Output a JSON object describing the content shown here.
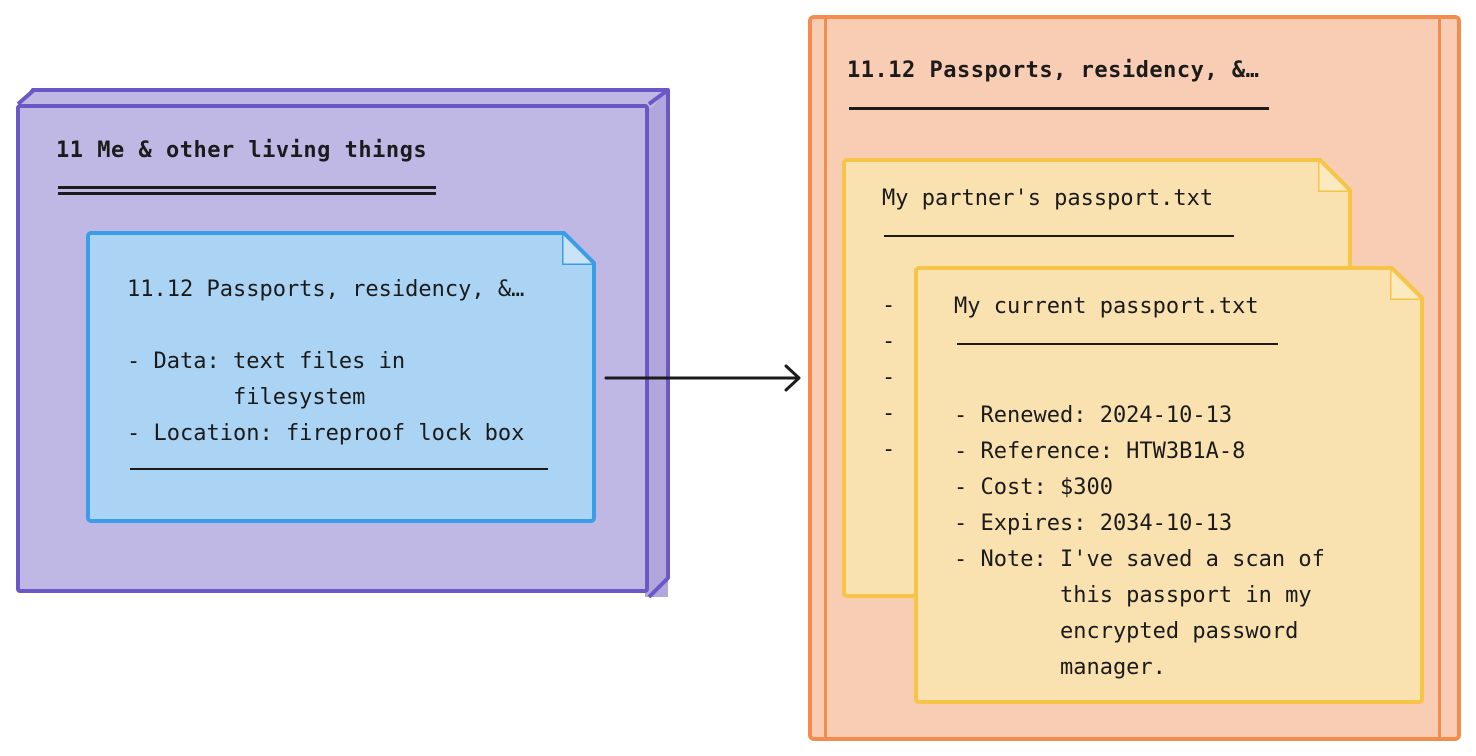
{
  "category_node": {
    "title": "11 Me & other living things"
  },
  "index_card": {
    "title": "11.12 Passports, residency, &…",
    "lines": [
      "- Data: text files in",
      "        filesystem",
      "- Location: fireproof lock box"
    ]
  },
  "folder": {
    "title": "11.12 Passports, residency, &…",
    "files": [
      {
        "title": "My partner's passport.txt",
        "visible_lines": [
          "- ",
          "- ",
          "- ",
          "- ",
          "- "
        ]
      },
      {
        "title": "My current passport.txt",
        "lines": [
          "- Renewed: 2024-10-13",
          "- Reference: HTW3B1A-8",
          "- Cost: $300",
          "- Expires: 2034-10-13",
          "- Note: I've saved a scan of",
          "        this passport in my",
          "        encrypted password",
          "        manager."
        ]
      }
    ]
  },
  "colors": {
    "purple_fill": "#c0b8e4",
    "purple_stroke": "#6c57c7",
    "blue_fill": "#abd4f4",
    "blue_stroke": "#3a9ee6",
    "orange_fill": "#f8cdb3",
    "orange_stroke": "#f58c4f",
    "yellow_fill": "#f9e2b0",
    "yellow_stroke": "#f6c446"
  }
}
